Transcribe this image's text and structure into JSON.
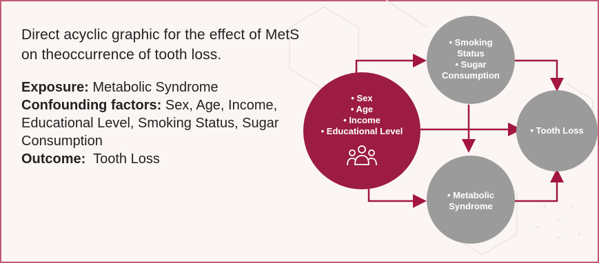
{
  "description": "Direct acyclic graphic for the effect of MetS on theoccurrence of tooth loss.",
  "exposure": {
    "label": "Exposure:",
    "value": "Metabolic Syndrome"
  },
  "confounding": {
    "label": "Confounding factors:",
    "value": "Sex, Age, Income, Educational Level, Smoking Status, Sugar Consumption"
  },
  "outcome": {
    "label": "Outcome:",
    "value": "Tooth Loss"
  },
  "nodes": {
    "confounders": {
      "lines": [
        "• Sex",
        "• Age",
        "• Income",
        "• Educational Level"
      ],
      "icon": "people-group-icon",
      "color": "#9c1c43"
    },
    "mediators": {
      "lines": [
        "• Smoking",
        "Status",
        "• Sugar",
        "Consumption"
      ],
      "color": "#9b9b9b"
    },
    "tooth_loss": {
      "lines": [
        "• Tooth Loss"
      ],
      "color": "#9b9b9b"
    },
    "metabolic": {
      "lines": [
        "• Metabolic",
        "Syndrome"
      ],
      "color": "#9b9b9b"
    }
  },
  "colors": {
    "arrow": "#a3163f",
    "frame": "#c05a72",
    "background": "#fbf6f4"
  }
}
